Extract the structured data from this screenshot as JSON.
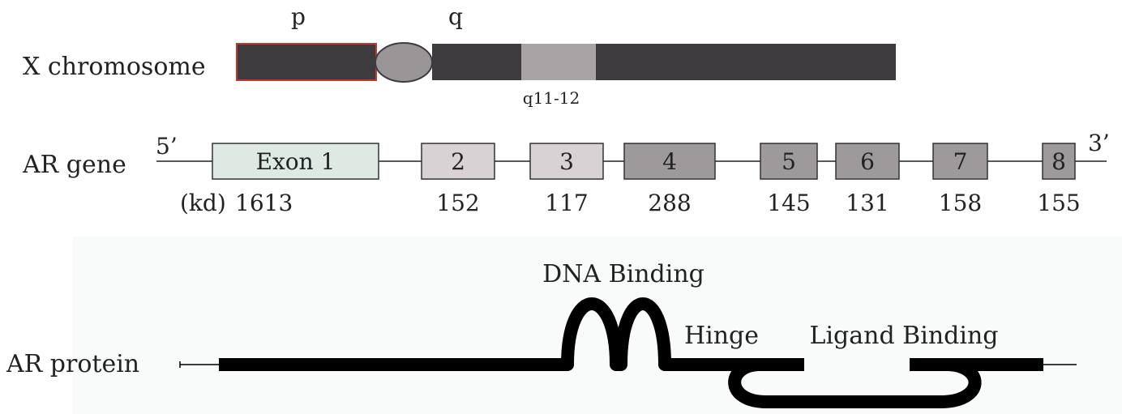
{
  "labels": {
    "chromosome": "X chromosome",
    "gene": "AR gene",
    "protein": "AR protein",
    "arm_p": "p",
    "arm_q": "q",
    "band": "q11-12",
    "five_prime": "5’",
    "three_prime": "3’",
    "kd_unit": "(kd)",
    "dna_binding": "DNA Binding",
    "hinge": "Hinge",
    "ligand_binding": "Ligand Binding"
  },
  "exons": [
    {
      "label": "Exon  1",
      "size": "1613"
    },
    {
      "label": "2",
      "size": "152"
    },
    {
      "label": "3",
      "size": "117"
    },
    {
      "label": "4",
      "size": "288"
    },
    {
      "label": "5",
      "size": "145"
    },
    {
      "label": "6",
      "size": "131"
    },
    {
      "label": "7",
      "size": "158"
    },
    {
      "label": "8",
      "size": "155"
    }
  ],
  "colors": {
    "chromosome_dark": "#3d3b3e",
    "band_highlight": "#a8a4a6",
    "centromere": "#9a9698",
    "p_arm_outline": "#c0392b",
    "exon1_fill": "#dfe9e4",
    "exon_light": "#d8d2d4",
    "exon_dark": "#9e9a9b",
    "protein": "#000000"
  }
}
